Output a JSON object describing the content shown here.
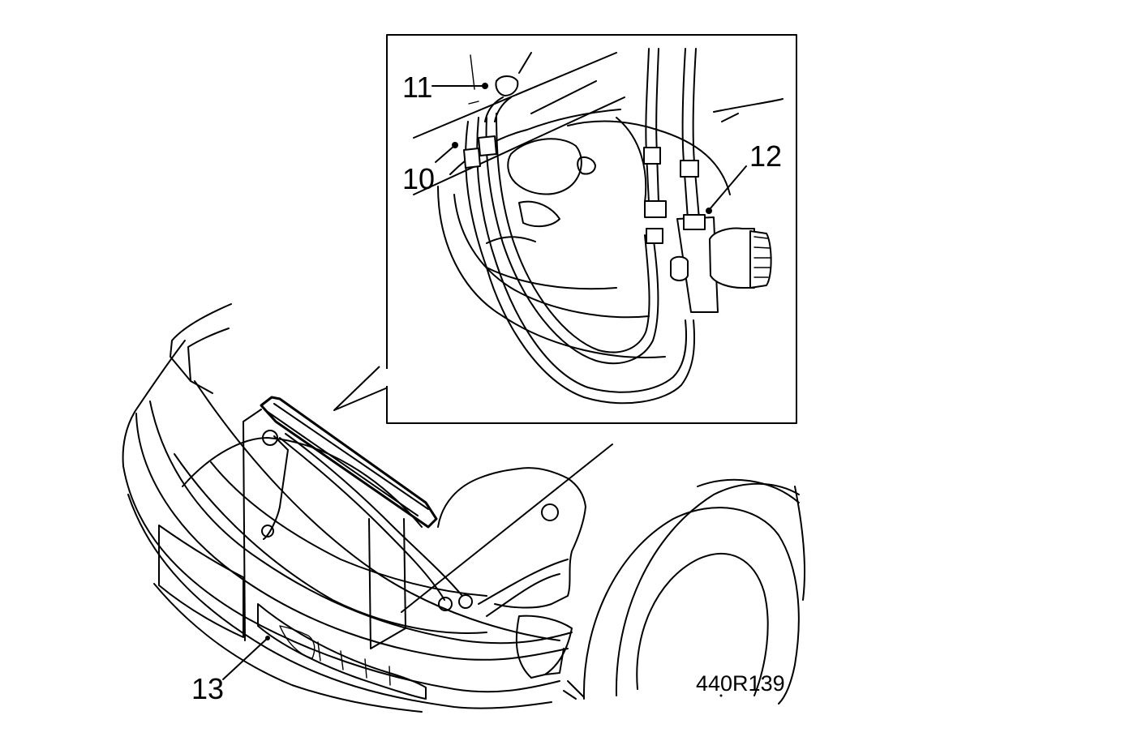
{
  "figure": {
    "callouts": {
      "c10": "10",
      "c11": "11",
      "c12": "12",
      "c13": "13"
    },
    "figure_id": "440R139"
  }
}
